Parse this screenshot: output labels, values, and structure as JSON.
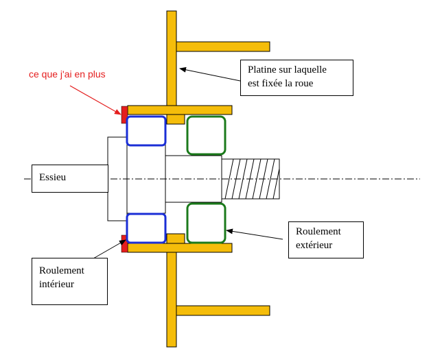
{
  "annotation": {
    "extra_part": "ce que j'ai en plus"
  },
  "labels": {
    "plate": [
      "Platine sur laquelle",
      "est fixée la roue"
    ],
    "axle": "Essieu",
    "outer_bearing": [
      "Roulement",
      "extérieur"
    ],
    "inner_bearing": [
      "Roulement",
      "intérieur"
    ]
  },
  "colors": {
    "plate": "#f5bd0a",
    "inner_bearing": "#1a2ed6",
    "outer_bearing": "#1b7a1b",
    "extra_part": "#e41e1e",
    "annotation_text": "#e41e1e"
  }
}
